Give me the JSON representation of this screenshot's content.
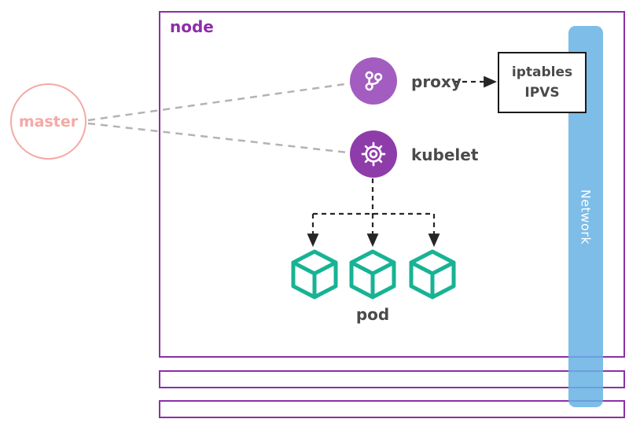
{
  "node": {
    "label": "node"
  },
  "master": {
    "label": "master"
  },
  "proxy": {
    "label": "proxy",
    "icon": "git-branch-icon"
  },
  "kubelet": {
    "label": "kubelet",
    "icon": "gear-icon"
  },
  "iptables": {
    "line1": "iptables",
    "line2": "IPVS"
  },
  "pods": {
    "label": "pod",
    "count": 3,
    "icon": "cube-icon"
  },
  "network": {
    "label": "Network"
  },
  "extra_node_rows": 2,
  "colors": {
    "node_border": "#8c2fa8",
    "master_pink": "#f5a9a4",
    "proxy_purple": "#a35dc0",
    "kubelet_purple": "#8f3cab",
    "pod_teal": "#17b394",
    "network_blue": "#66b2e4",
    "label_gray": "#4a4a4a",
    "line_gray": "#b3b3b3",
    "arrow_black": "#262626"
  }
}
